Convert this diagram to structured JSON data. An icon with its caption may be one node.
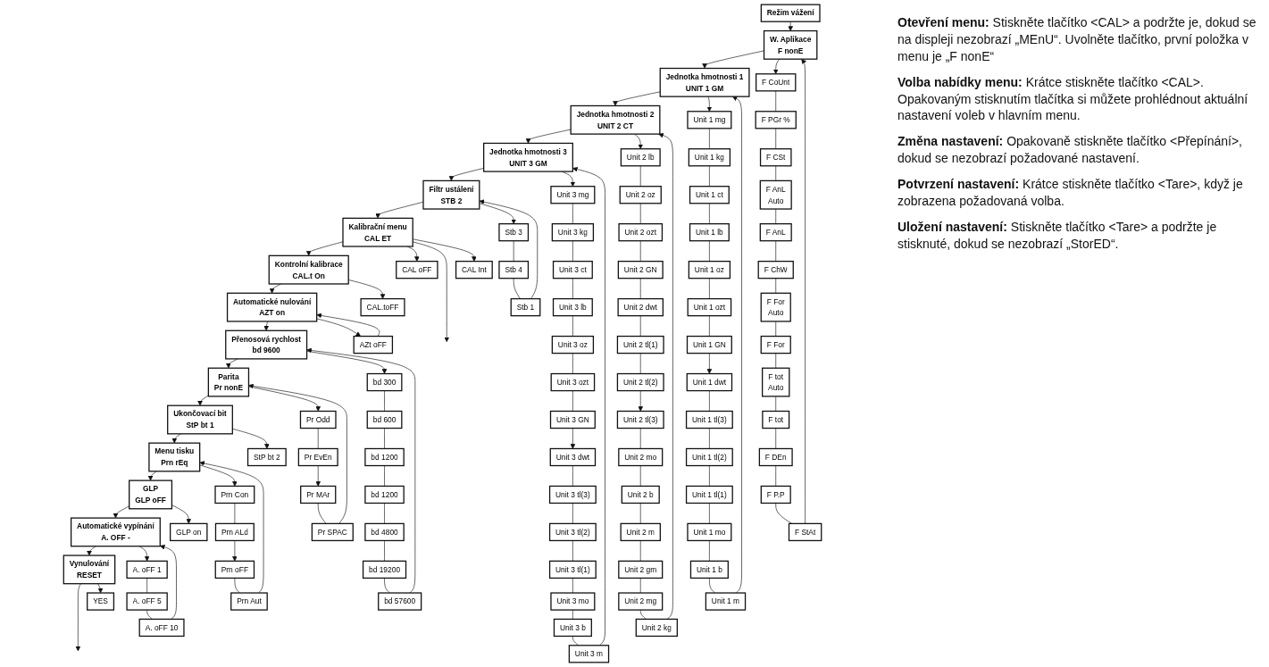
{
  "diagram": {
    "nodes": [
      {
        "text": [
          "Režim vážení"
        ]
      },
      {
        "text": [
          "W. Aplikace",
          "F nonE"
        ]
      },
      {
        "text": [
          "F StAt"
        ]
      },
      {
        "text": [
          "F P.P"
        ]
      },
      {
        "text": [
          "F DEn"
        ]
      },
      {
        "text": [
          "F tot"
        ]
      },
      {
        "text": [
          "F tot",
          "Auto"
        ]
      },
      {
        "text": [
          "F For"
        ]
      },
      {
        "text": [
          "F CoUnt"
        ]
      },
      {
        "text": [
          "F PGr %"
        ]
      },
      {
        "text": [
          "F CSt"
        ]
      },
      {
        "text": [
          "F AnL",
          "Auto"
        ]
      },
      {
        "text": [
          "F AnL"
        ]
      },
      {
        "text": [
          "F ChW"
        ]
      },
      {
        "text": [
          "F For",
          "Auto"
        ]
      },
      {
        "text": [
          "Jednotka hmotnosti 1",
          "UNIT 1 GM"
        ]
      },
      {
        "text": [
          "Unit 1 m"
        ]
      },
      {
        "text": [
          "Unit 1 b"
        ]
      },
      {
        "text": [
          "Unit 1 mo"
        ]
      },
      {
        "text": [
          "Unit 1 tl(1)"
        ]
      },
      {
        "text": [
          "Unit 1 tl(2)"
        ]
      },
      {
        "text": [
          "Unit 1 tl(3)"
        ]
      },
      {
        "text": [
          "Unit 1 dwt"
        ]
      },
      {
        "text": [
          "Unit 1 mg"
        ]
      },
      {
        "text": [
          "Unit 1 kg"
        ]
      },
      {
        "text": [
          "Unit 1 ct"
        ]
      },
      {
        "text": [
          "Unit 1 lb"
        ]
      },
      {
        "text": [
          "Unit 1 oz"
        ]
      },
      {
        "text": [
          "Unit 1 ozt"
        ]
      },
      {
        "text": [
          "Unit 1 GN"
        ]
      },
      {
        "text": [
          "Jednotka hmotnosti 2",
          "UNIT 2 CT"
        ]
      },
      {
        "text": [
          "Unit 2 kg"
        ]
      },
      {
        "text": [
          "Unit 2 mg"
        ]
      },
      {
        "text": [
          "Unit 2 gm"
        ]
      },
      {
        "text": [
          "Unit 2 m"
        ]
      },
      {
        "text": [
          "Unit 2 b"
        ]
      },
      {
        "text": [
          "Unit 2 mo"
        ]
      },
      {
        "text": [
          "Unit 2 tl(3)"
        ]
      },
      {
        "text": [
          "Unit 2 lb"
        ]
      },
      {
        "text": [
          "Unit 2 oz"
        ]
      },
      {
        "text": [
          "Unit 2 ozt"
        ]
      },
      {
        "text": [
          "Unit 2 GN"
        ]
      },
      {
        "text": [
          "Unit 2 dwt"
        ]
      },
      {
        "text": [
          "Unit 2 tl(1)"
        ]
      },
      {
        "text": [
          "Unit 2 tl(2)"
        ]
      },
      {
        "text": [
          "Jednotka hmotnosti 3",
          "UNIT 3 GM"
        ]
      },
      {
        "text": [
          "Unit 3 m"
        ]
      },
      {
        "text": [
          "Unit 3 b"
        ]
      },
      {
        "text": [
          "Unit 3 mo"
        ]
      },
      {
        "text": [
          "Unit 3 tl(1)"
        ]
      },
      {
        "text": [
          "Unit 3 tl(2)"
        ]
      },
      {
        "text": [
          "Unit 3 tl(3)"
        ]
      },
      {
        "text": [
          "Unit 3 dwt"
        ]
      },
      {
        "text": [
          "Unit 3 mg"
        ]
      },
      {
        "text": [
          "Unit 3 kg"
        ]
      },
      {
        "text": [
          "Unit 3 ct"
        ]
      },
      {
        "text": [
          "Unit 3 lb"
        ]
      },
      {
        "text": [
          "Unit 3 oz"
        ]
      },
      {
        "text": [
          "Unit 3 ozt"
        ]
      },
      {
        "text": [
          "Unit 3 GN"
        ]
      },
      {
        "text": [
          "Filtr ustálení",
          "STB 2"
        ]
      },
      {
        "text": [
          "Stb 1"
        ]
      },
      {
        "text": [
          "Stb 3"
        ]
      },
      {
        "text": [
          "Stb 4"
        ]
      },
      {
        "text": [
          "Kalibrační menu",
          "CAL ET"
        ]
      },
      {
        "text": [
          "CAL oFF"
        ]
      },
      {
        "text": [
          "CAL Int"
        ]
      },
      {
        "text": [
          "Kontrolní kalibrace",
          "CAL.t On"
        ]
      },
      {
        "text": [
          "CAL.toFF"
        ]
      },
      {
        "text": [
          "Automatické nulování",
          "AZT on"
        ]
      },
      {
        "text": [
          "AZt oFF"
        ]
      },
      {
        "text": [
          "Přenosová rychlost",
          "bd 9600"
        ]
      },
      {
        "text": [
          "bd 57600"
        ]
      },
      {
        "text": [
          "bd 19200"
        ]
      },
      {
        "text": [
          "bd 4800"
        ]
      },
      {
        "text": [
          "bd 300"
        ]
      },
      {
        "text": [
          "bd 600"
        ]
      },
      {
        "text": [
          "bd 1200"
        ]
      },
      {
        "text": [
          "bd 1200"
        ]
      },
      {
        "text": [
          "Parita",
          "Pr nonE"
        ]
      },
      {
        "text": [
          "Pr SPAC"
        ]
      },
      {
        "text": [
          "Pr Odd"
        ]
      },
      {
        "text": [
          "Pr MAr"
        ]
      },
      {
        "text": [
          "Pr EvEn"
        ]
      },
      {
        "text": [
          "Ukončovací bit",
          "StP bt 1"
        ]
      },
      {
        "text": [
          "StP bt 2"
        ]
      },
      {
        "text": [
          "Menu tisku",
          "Prn rEq"
        ]
      },
      {
        "text": [
          "Prn Aut"
        ]
      },
      {
        "text": [
          "Prn Con"
        ]
      },
      {
        "text": [
          "Prn oFF"
        ]
      },
      {
        "text": [
          "Prn ALd"
        ]
      },
      {
        "text": [
          "GLP",
          "GLP oFF"
        ]
      },
      {
        "text": [
          "GLP on"
        ]
      },
      {
        "text": [
          "Automatické vypínání",
          "A. OFF -"
        ]
      },
      {
        "text": [
          "A. oFF 10"
        ]
      },
      {
        "text": [
          "A. oFF 1"
        ]
      },
      {
        "text": [
          "A. oFF 5"
        ]
      },
      {
        "text": [
          "Vynulování",
          "RESET"
        ]
      },
      {
        "text": [
          "YES"
        ]
      }
    ],
    "edges": [
      {
        "from": 0,
        "to": 1,
        "arrow": "to"
      },
      {
        "from": 1,
        "to": 15,
        "arrow": "to"
      },
      {
        "from": 15,
        "to": 30,
        "arrow": "to"
      },
      {
        "from": 30,
        "to": 45,
        "arrow": "to"
      },
      {
        "from": 45,
        "to": 60,
        "arrow": "to"
      },
      {
        "from": 60,
        "to": 64,
        "arrow": "to"
      },
      {
        "from": 64,
        "to": 67,
        "arrow": "to"
      },
      {
        "from": 67,
        "to": 69,
        "arrow": "to"
      },
      {
        "from": 69,
        "to": 71,
        "arrow": "to"
      },
      {
        "from": 71,
        "to": 79,
        "arrow": "to"
      },
      {
        "from": 79,
        "to": 84,
        "arrow": "to"
      },
      {
        "from": 84,
        "to": 86,
        "arrow": "to"
      },
      {
        "from": 86,
        "to": 91,
        "arrow": "to"
      },
      {
        "from": 91,
        "to": 93,
        "arrow": "to"
      },
      {
        "from": 93,
        "to": 97,
        "arrow": "to"
      },
      {
        "from": 97,
        "to": null,
        "arrow": "to"
      },
      {
        "from": 1,
        "to": 8,
        "arrow": "to"
      },
      {
        "from": 8,
        "to": 9,
        "arrow": "none"
      },
      {
        "from": 9,
        "to": 10,
        "arrow": "none"
      },
      {
        "from": 10,
        "to": 11,
        "arrow": "none"
      },
      {
        "from": 11,
        "to": 12,
        "arrow": "none"
      },
      {
        "from": 12,
        "to": 13,
        "arrow": "none"
      },
      {
        "from": 13,
        "to": 14,
        "arrow": "none"
      },
      {
        "from": 14,
        "to": 7,
        "arrow": "none"
      },
      {
        "from": 7,
        "to": 6,
        "arrow": "none"
      },
      {
        "from": 6,
        "to": 5,
        "arrow": "none"
      },
      {
        "from": 5,
        "to": 4,
        "arrow": "none"
      },
      {
        "from": 4,
        "to": 3,
        "arrow": "none"
      },
      {
        "from": 3,
        "to": 2,
        "arrow": "none"
      },
      {
        "from": 2,
        "to": 1,
        "arrow": "to"
      },
      {
        "from": 15,
        "to": 23,
        "arrow": "to"
      },
      {
        "from": 23,
        "to": 24,
        "arrow": "none"
      },
      {
        "from": 24,
        "to": 25,
        "arrow": "none"
      },
      {
        "from": 25,
        "to": 26,
        "arrow": "none"
      },
      {
        "from": 26,
        "to": 27,
        "arrow": "none"
      },
      {
        "from": 27,
        "to": 28,
        "arrow": "none"
      },
      {
        "from": 28,
        "to": 29,
        "arrow": "none"
      },
      {
        "from": 29,
        "to": 22,
        "arrow": "to"
      },
      {
        "from": 22,
        "to": 21,
        "arrow": "none"
      },
      {
        "from": 21,
        "to": 20,
        "arrow": "none"
      },
      {
        "from": 20,
        "to": 19,
        "arrow": "none"
      },
      {
        "from": 19,
        "to": 18,
        "arrow": "none"
      },
      {
        "from": 18,
        "to": 17,
        "arrow": "none"
      },
      {
        "from": 17,
        "to": 16,
        "arrow": "none"
      },
      {
        "from": 16,
        "to": 15,
        "arrow": "to"
      },
      {
        "from": 30,
        "to": 38,
        "arrow": "to"
      },
      {
        "from": 38,
        "to": 39,
        "arrow": "none"
      },
      {
        "from": 39,
        "to": 40,
        "arrow": "none"
      },
      {
        "from": 40,
        "to": 41,
        "arrow": "none"
      },
      {
        "from": 41,
        "to": 42,
        "arrow": "none"
      },
      {
        "from": 42,
        "to": 43,
        "arrow": "none"
      },
      {
        "from": 43,
        "to": 44,
        "arrow": "none"
      },
      {
        "from": 44,
        "to": 37,
        "arrow": "to"
      },
      {
        "from": 37,
        "to": 36,
        "arrow": "none"
      },
      {
        "from": 36,
        "to": 35,
        "arrow": "none"
      },
      {
        "from": 35,
        "to": 34,
        "arrow": "none"
      },
      {
        "from": 34,
        "to": 33,
        "arrow": "none"
      },
      {
        "from": 33,
        "to": 32,
        "arrow": "none"
      },
      {
        "from": 32,
        "to": 31,
        "arrow": "none"
      },
      {
        "from": 31,
        "to": 30,
        "arrow": "to"
      },
      {
        "from": 45,
        "to": 53,
        "arrow": "to"
      },
      {
        "from": 53,
        "to": 54,
        "arrow": "none"
      },
      {
        "from": 54,
        "to": 55,
        "arrow": "none"
      },
      {
        "from": 55,
        "to": 56,
        "arrow": "none"
      },
      {
        "from": 56,
        "to": 57,
        "arrow": "none"
      },
      {
        "from": 57,
        "to": 58,
        "arrow": "none"
      },
      {
        "from": 58,
        "to": 59,
        "arrow": "none"
      },
      {
        "from": 59,
        "to": 52,
        "arrow": "to"
      },
      {
        "from": 52,
        "to": 51,
        "arrow": "none"
      },
      {
        "from": 51,
        "to": 50,
        "arrow": "none"
      },
      {
        "from": 50,
        "to": 49,
        "arrow": "none"
      },
      {
        "from": 49,
        "to": 48,
        "arrow": "none"
      },
      {
        "from": 48,
        "to": 47,
        "arrow": "none"
      },
      {
        "from": 47,
        "to": 46,
        "arrow": "none"
      },
      {
        "from": 46,
        "to": 45,
        "arrow": "to"
      },
      {
        "from": 60,
        "to": 62,
        "arrow": "to"
      },
      {
        "from": 62,
        "to": 63,
        "arrow": "none"
      },
      {
        "from": 63,
        "to": 61,
        "arrow": "none"
      },
      {
        "from": 61,
        "to": 60,
        "arrow": "to"
      },
      {
        "from": 64,
        "to": 65,
        "arrow": "to"
      },
      {
        "from": 64,
        "to": null,
        "arrow": "to"
      },
      {
        "from": 64,
        "to": 66,
        "arrow": "to"
      },
      {
        "from": 67,
        "to": 68,
        "arrow": "to"
      },
      {
        "from": 69,
        "to": 70,
        "arrow": "to"
      },
      {
        "from": 70,
        "to": 69,
        "arrow": "to"
      },
      {
        "from": 71,
        "to": 75,
        "arrow": "to"
      },
      {
        "from": 75,
        "to": 76,
        "arrow": "none"
      },
      {
        "from": 76,
        "to": 77,
        "arrow": "none"
      },
      {
        "from": 77,
        "to": 78,
        "arrow": "none"
      },
      {
        "from": 78,
        "to": 74,
        "arrow": "none"
      },
      {
        "from": 74,
        "to": 73,
        "arrow": "none"
      },
      {
        "from": 73,
        "to": 72,
        "arrow": "none"
      },
      {
        "from": 72,
        "to": 71,
        "arrow": "to"
      },
      {
        "from": 79,
        "to": 81,
        "arrow": "to"
      },
      {
        "from": 81,
        "to": 83,
        "arrow": "none"
      },
      {
        "from": 83,
        "to": 82,
        "arrow": "to"
      },
      {
        "from": 82,
        "to": 80,
        "arrow": "none"
      },
      {
        "from": 80,
        "to": 79,
        "arrow": "to"
      },
      {
        "from": 84,
        "to": 85,
        "arrow": "to"
      },
      {
        "from": 86,
        "to": 88,
        "arrow": "to"
      },
      {
        "from": 88,
        "to": 90,
        "arrow": "none"
      },
      {
        "from": 90,
        "to": 89,
        "arrow": "to"
      },
      {
        "from": 89,
        "to": 87,
        "arrow": "none"
      },
      {
        "from": 87,
        "to": 86,
        "arrow": "to"
      },
      {
        "from": 91,
        "to": 92,
        "arrow": "to"
      },
      {
        "from": 93,
        "to": 95,
        "arrow": "to"
      },
      {
        "from": 95,
        "to": 96,
        "arrow": "none"
      },
      {
        "from": 96,
        "to": 94,
        "arrow": "none"
      },
      {
        "from": 94,
        "to": 93,
        "arrow": "to"
      },
      {
        "from": 97,
        "to": 98,
        "arrow": "to"
      }
    ],
    "labels": [
      "**Otevření menu:** Stiskněte tlačítko <CAL> a podržte je, dokud se na displeji nezobrazí „MEnU“. Uvolněte tlačítko, první položka v menu je „F nonE“",
      "**Volba nabídky menu:** Krátce stiskněte tlačítko <CAL>. Opakovaným stisknutím tlačítka si můžete prohlédnout aktuální nastavení voleb v hlavním menu.",
      "**Změna nastavení:** Opakovaně stiskněte tlačítko <Přepínání>, dokud se nezobrazí požadované nastavení.",
      "**Potvrzení nastavení:** Krátce stiskněte tlačítko <Tare>, když je zobrazena požadovaná volba.",
      "**Uložení nastavení:** Stiskněte tlačítko <Tare> a podržte je stisknuté, dokud se nezobrazí „StorED“."
    ]
  }
}
